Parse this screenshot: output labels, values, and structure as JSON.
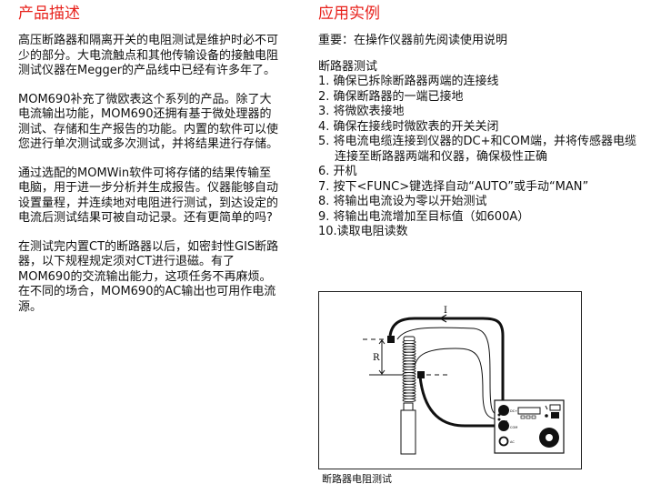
{
  "left": {
    "title": "产品描述",
    "paragraphs": [
      [
        "高压断路器和隔离开关的电阻测试是维护时必不可",
        "少的部分。大电流触点和其他传输设备的接触电阻",
        "测试仪器在Megger的产品线中已经有许多年了。"
      ],
      [
        "MOM690补充了微欧表这个系列的产品。除了大",
        "电流输出功能，MOM690还拥有基于微处理器的",
        "测试、存储和生产报告的功能。内置的软件可以使",
        "您进行单次测试或多次测试，并将结果进行存储。"
      ],
      [
        "通过选配的MOMWin软件可将存储的结果传输至",
        "电脑，用于进一步分析并生成报告。仪器能够自动",
        "设置量程，并连续地对电阻进行测试，到达设定的",
        "电流后测试结果可被自动记录。还有更简单的吗?"
      ],
      [
        "在测试完内置CT的断路器以后，如密封性GIS断路",
        "器，以下规程规定须对CT进行退磁。有了",
        "MOM690的交流输出能力，这项任务不再麻烦。",
        "在不同的场合，MOM690的AC输出也可用作电流",
        "源。"
      ]
    ]
  },
  "right": {
    "title": "应用实例",
    "notice": "重要：在操作仪器前先阅读使用说明",
    "section_title": "断路器测试",
    "steps": [
      "1.  确保已拆除断路器两端的连接线",
      "2.  确保断路器的一端已接地",
      "3.  将微欧表接地",
      "4.  确保在接线时微欧表的开关关闭",
      "5.  将电流电缆连接到仪器的DC+和COM端，并将传感器电缆",
      "连接至断路器两端和仪器，确保极性正确",
      "6.  开机",
      "7.  按下<FUNC>键选择自动“AUTO”或手动“MAN”",
      "8.  将输出电流设为零以开始测试",
      "9.  将输出电流增加至目标值（如600A）",
      "10.读取电阻读数"
    ]
  },
  "diagram": {
    "current_label": "I",
    "resistance_label": "R",
    "dc_label": "DC+",
    "com_label": "COM",
    "sense_label": "COM",
    "ac_label": "AC",
    "caption": "断路器电阻测试"
  },
  "colors": {
    "title": "#e8231d"
  }
}
